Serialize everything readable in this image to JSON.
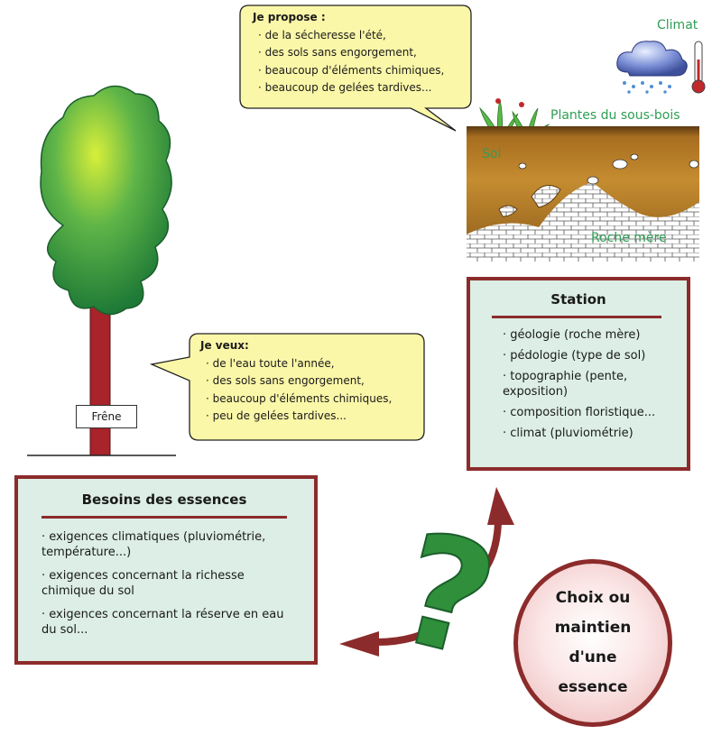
{
  "bubble_soil": {
    "title": "Je propose :",
    "items": [
      "de la sécheresse l'été,",
      "des sols sans engorgement,",
      "beaucoup d'éléments chimiques,",
      "beaucoup de gelées tardives..."
    ]
  },
  "bubble_tree": {
    "title": "Je veux:",
    "items": [
      "de l'eau toute l'année,",
      "des sols sans engorgement,",
      "beaucoup d'éléments chimiques,",
      "peu de gelées tardives..."
    ]
  },
  "labels": {
    "climat": "Climat",
    "plantes": "Plantes du sous-bois",
    "sol": "Sol",
    "roche": "Roche mère",
    "tree_tag": "Frêne"
  },
  "station": {
    "title": "Station",
    "items": [
      "géologie (roche mère)",
      "pédologie (type de sol)",
      "topographie (pente, exposition)",
      "composition floristique...",
      "climat (pluviométrie)"
    ]
  },
  "besoins": {
    "title": "Besoins des essences",
    "items": [
      "exigences climatiques (pluviométrie, température...)",
      "exigences concernant la richesse chimique du sol",
      "exigences concernant la réserve en eau du sol..."
    ]
  },
  "choice": {
    "lines": [
      "Choix ou",
      "maintien",
      "d'une",
      "essence"
    ]
  },
  "question_mark": "?",
  "colors": {
    "accent": "#8c2b2b",
    "box_fill": "#dceee5",
    "bubble_fill": "#fbf7a8",
    "label_green": "#2e9e55",
    "soil": "#b9822b",
    "question_green": "#2f8f3a"
  }
}
